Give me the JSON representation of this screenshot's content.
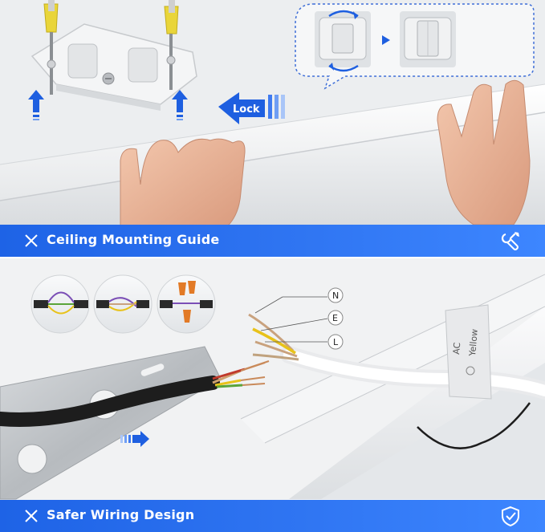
{
  "sections": {
    "mounting": {
      "title": "Ceiling Mounting Guide",
      "lock_label": "Lock",
      "icon": "wrench-screwdriver-icon"
    },
    "wiring": {
      "title": "Safer Wiring Design",
      "wire_labels": [
        "N",
        "E",
        "L"
      ],
      "cable_tag": [
        "AC",
        "Yellow"
      ],
      "icon": "shield-check-icon"
    }
  },
  "colors": {
    "banner_blue": "#2a6ff0",
    "arrow_blue": "#1e5fe0",
    "wire_yellow": "#e8c21a",
    "wire_green": "#5aa43a",
    "wire_red": "#c0392b",
    "cable_black": "#1d1d1d"
  }
}
